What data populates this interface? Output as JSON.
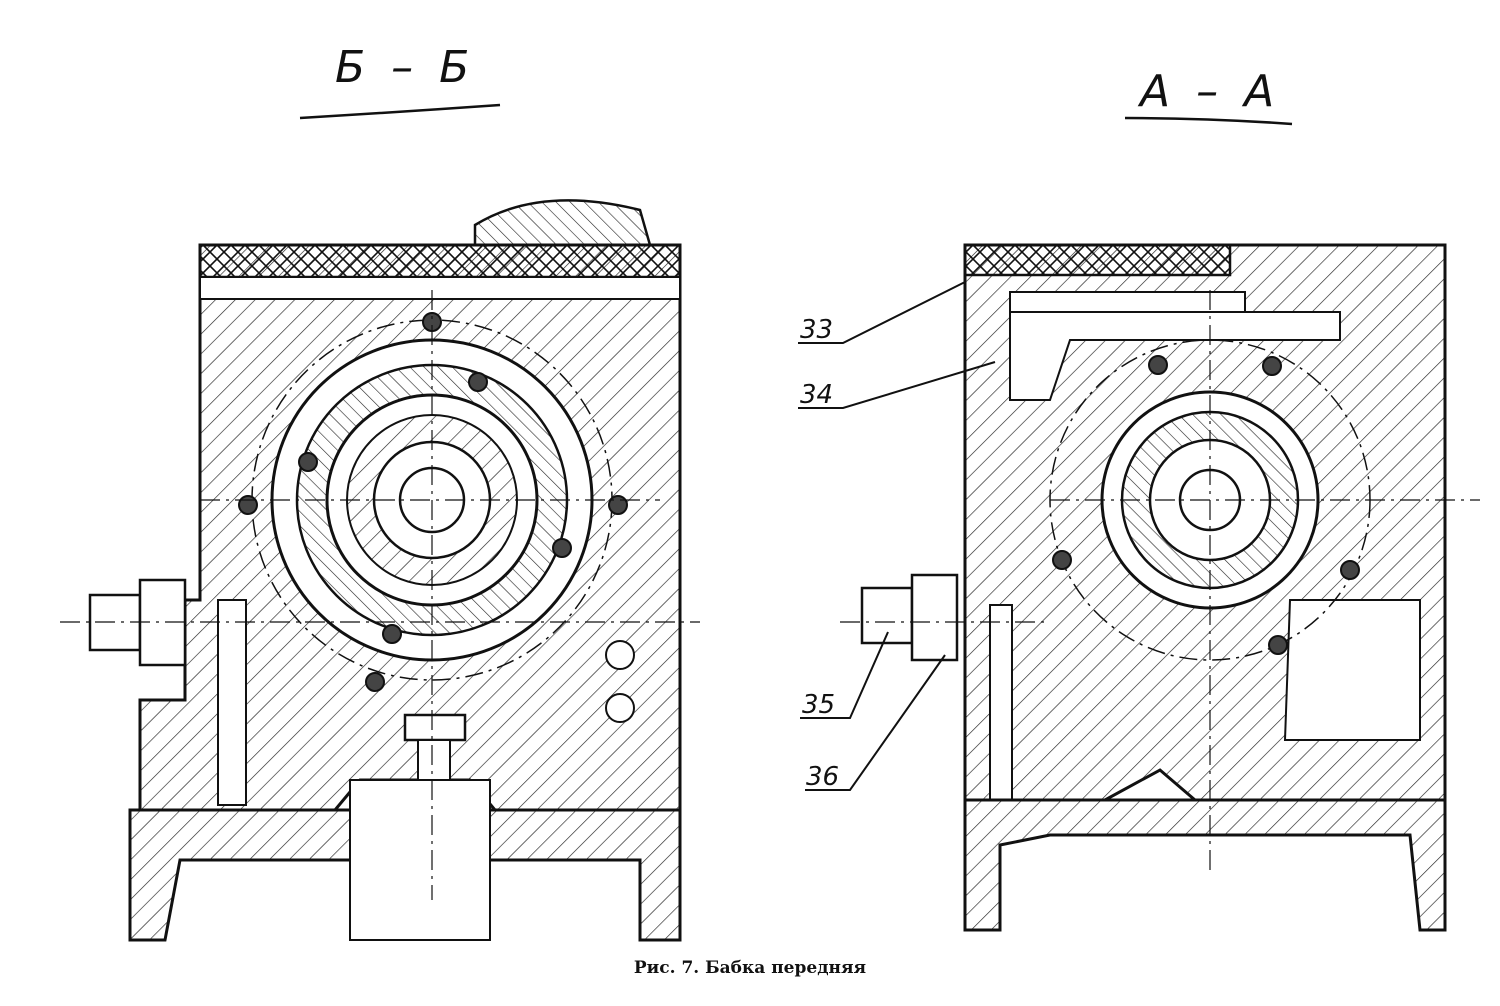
{
  "views": [
    {
      "title": "Б – Б"
    },
    {
      "title": "А – А"
    }
  ],
  "callouts": [
    "33",
    "34",
    "35",
    "36"
  ],
  "caption": "Рис. 7. Бабка передняя"
}
